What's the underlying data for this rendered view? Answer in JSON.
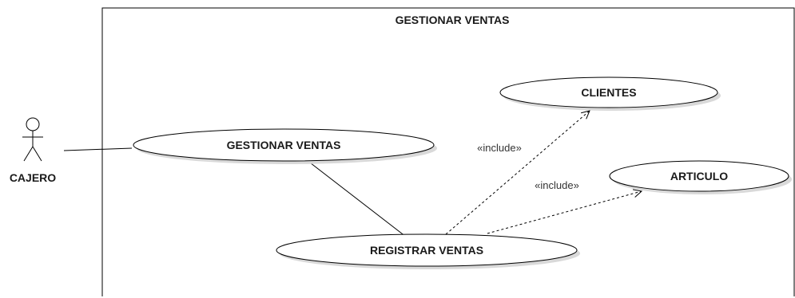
{
  "system": {
    "title": "GESTIONAR VENTAS"
  },
  "actor": {
    "name": "CAJERO"
  },
  "use_cases": {
    "gestionar": "GESTIONAR VENTAS",
    "registrar": "REGISTRAR VENTAS",
    "clientes": "CLIENTES",
    "articulo": "ARTICULO"
  },
  "relations": {
    "include_clientes": "«include»",
    "include_articulo": "«include»"
  },
  "colors": {
    "line": "#000000",
    "shadow": "#d9d9d9",
    "background": "#ffffff"
  }
}
